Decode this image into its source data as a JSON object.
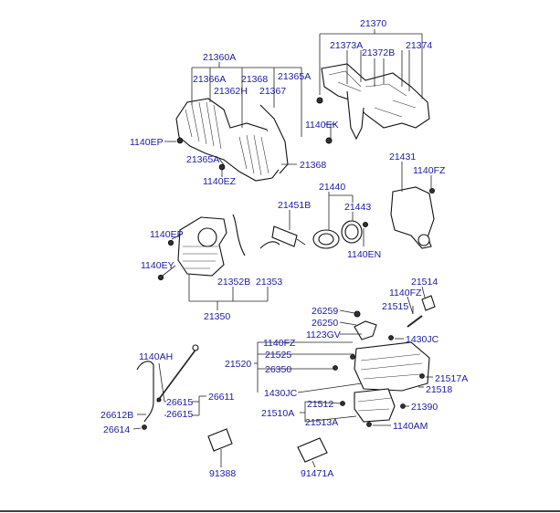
{
  "labels": {
    "p21370": "21370",
    "p21373A": "21373A",
    "p21372B": "21372B",
    "p21374": "21374",
    "p21360A": "21360A",
    "p21366A": "21366A",
    "p21368a": "21368",
    "p21365Aa": "21365A",
    "p21362H": "21362H",
    "p21367": "21367",
    "p1140EKa": "1140EK",
    "p1140EP_top": "1140EP",
    "p21365Ab": "21365A",
    "p21368b": "21368",
    "p1140EZ": "1140EZ",
    "p21431": "21431",
    "p1140FZa": "1140FZ",
    "p21440": "21440",
    "p21451B": "21451B",
    "p21443": "21443",
    "p1140EN": "1140EN",
    "p1140EP_mid": "1140EP",
    "p1140EY": "1140EY",
    "p21352B": "21352B",
    "p21353": "21353",
    "p21350": "21350",
    "p21514": "21514",
    "p1140FZb": "1140FZ",
    "p21515": "21515",
    "p26259": "26259",
    "p26250": "26250",
    "p1123GV": "1123GV",
    "p1430JCa": "1430JC",
    "p1140FZc": "1140FZ",
    "p21525": "21525",
    "p21520": "21520",
    "p26350": "26350",
    "p1430JCb": "1430JC",
    "p21517A": "21517A",
    "p21518": "21518",
    "p1140AH": "1140AH",
    "p26611": "26611",
    "p26615a": "26615",
    "p26615b": "26615",
    "p26612B": "26612B",
    "p26614": "26614",
    "p21512": "21512",
    "p21510A": "21510A",
    "p21513A": "21513A",
    "p21390": "21390",
    "p1140AM": "1140AM",
    "p91388": "91388",
    "p91471A": "91471A"
  },
  "colors": {
    "label": "#1a1aa6",
    "line": "#222222"
  }
}
